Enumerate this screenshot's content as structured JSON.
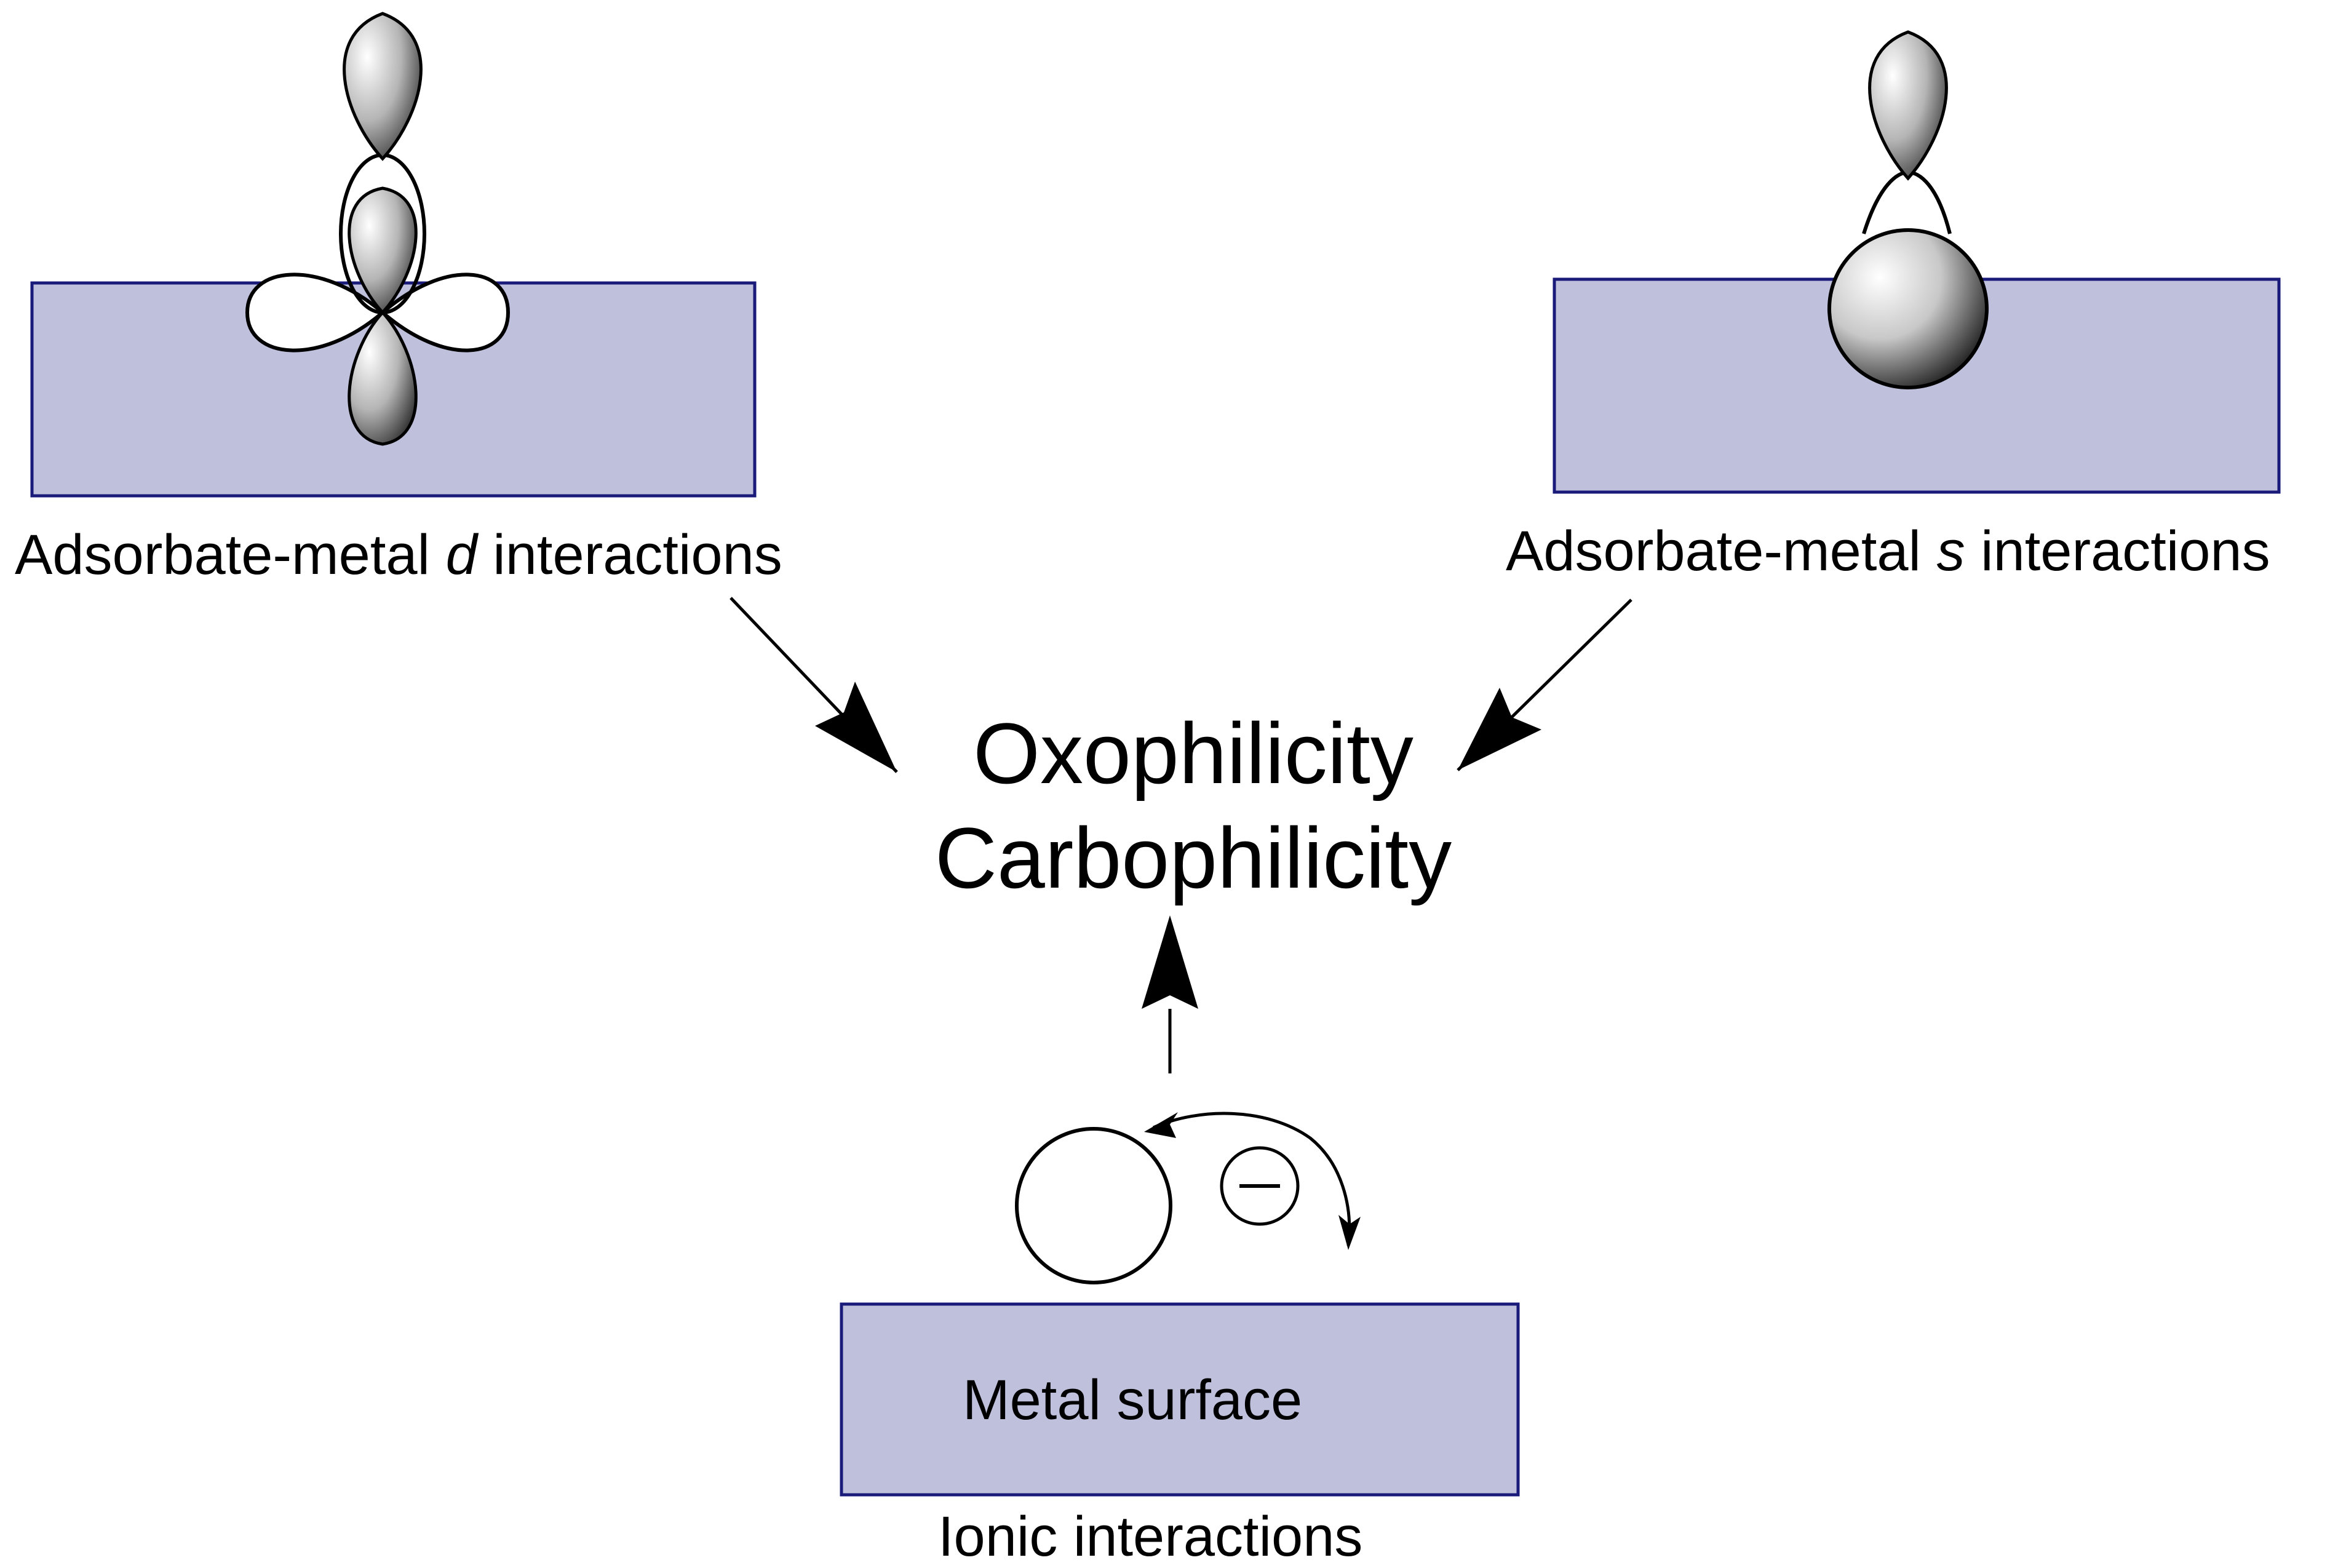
{
  "labels": {
    "d_prefix": "Adsorbate-metal ",
    "d_symbol": "d",
    "d_suffix": " interactions",
    "s_prefix": "Adsorbate-metal ",
    "s_symbol": "s",
    "s_suffix": " interactions",
    "center_line1": "Oxophilicity",
    "center_line2": "Carbophilicity",
    "surface": "Metal surface",
    "ionic": "Ionic interactions"
  },
  "colors": {
    "surface_fill": "#BFC1DC",
    "surface_border": "#1A1A7A",
    "orbital_shaded": "#8A8A8A",
    "ink": "#000000"
  }
}
